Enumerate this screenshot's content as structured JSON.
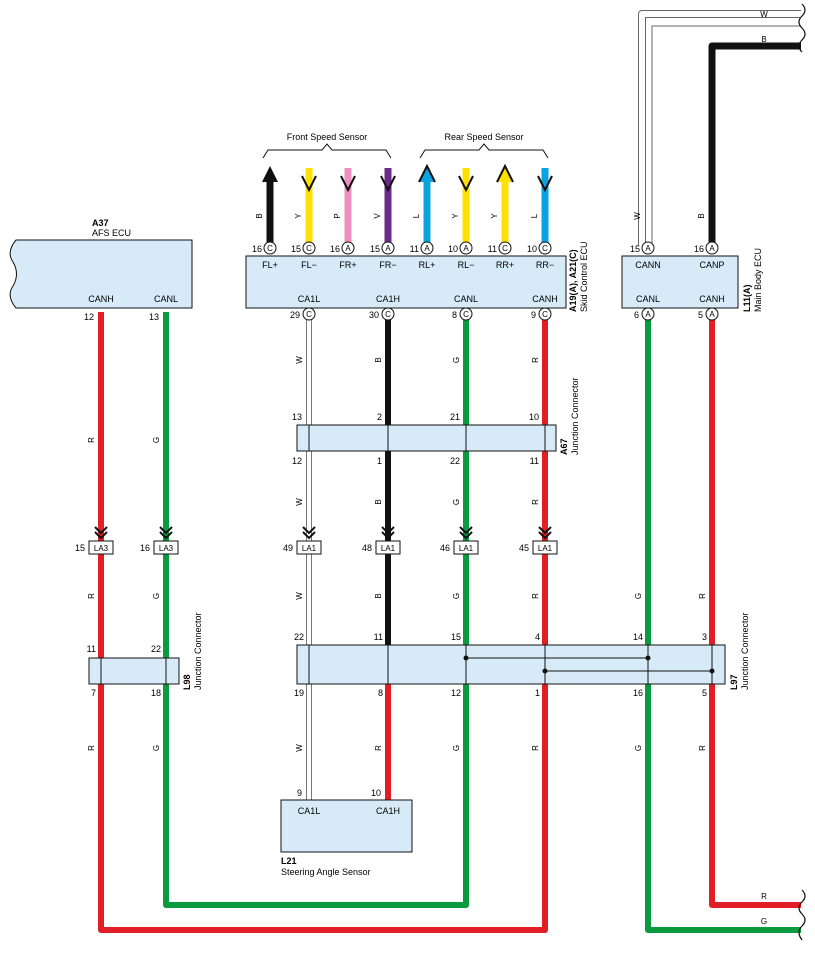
{
  "colors": {
    "R": "#e21e26",
    "G": "#0a9a40",
    "B": "#111111",
    "W": "#ffffff",
    "Y": "#ffe000",
    "P": "#ef8fbf",
    "V": "#6b2a8a",
    "L": "#0aa3e0",
    "box": "#d6eaf8"
  },
  "a37": {
    "code": "A37",
    "name": "AFS ECU",
    "canh": "CANH",
    "canl": "CANL",
    "pin_canh": "12",
    "pin_canl": "13"
  },
  "skid": {
    "code": "A19(A), A21(C)",
    "name": "Skid Control ECU",
    "front_group": "Front Speed Sensor",
    "rear_group": "Rear Speed Sensor",
    "top_pins": [
      {
        "pin": "16",
        "conn": "C",
        "label": "FL+",
        "wire": "B"
      },
      {
        "pin": "15",
        "conn": "C",
        "label": "FL−",
        "wire": "Y"
      },
      {
        "pin": "16",
        "conn": "A",
        "label": "FR+",
        "wire": "P"
      },
      {
        "pin": "15",
        "conn": "A",
        "label": "FR−",
        "wire": "V"
      },
      {
        "pin": "11",
        "conn": "A",
        "label": "RL+",
        "wire": "L"
      },
      {
        "pin": "10",
        "conn": "A",
        "label": "RL−",
        "wire": "Y"
      },
      {
        "pin": "11",
        "conn": "C",
        "label": "RR+",
        "wire": "Y"
      },
      {
        "pin": "10",
        "conn": "C",
        "label": "RR−",
        "wire": "L"
      }
    ],
    "bottom_pins": [
      {
        "pin": "29",
        "conn": "C",
        "label": "CA1L"
      },
      {
        "pin": "30",
        "conn": "C",
        "label": "CA1H"
      },
      {
        "pin": "8",
        "conn": "C",
        "label": "CANL"
      },
      {
        "pin": "9",
        "conn": "C",
        "label": "CANH"
      }
    ]
  },
  "a67": {
    "code": "A67",
    "name": "Junction Connector",
    "top_pins": [
      "13",
      "2",
      "21",
      "10"
    ],
    "bottom_pins": [
      "12",
      "1",
      "22",
      "11"
    ]
  },
  "la": {
    "left": [
      {
        "pin": "15",
        "conn": "LA3"
      },
      {
        "pin": "16",
        "conn": "LA3"
      }
    ],
    "mid": [
      {
        "pin": "49",
        "conn": "LA1"
      },
      {
        "pin": "48",
        "conn": "LA1"
      },
      {
        "pin": "46",
        "conn": "LA1"
      },
      {
        "pin": "45",
        "conn": "LA1"
      }
    ]
  },
  "l98": {
    "code": "L98",
    "name": "Junction Connector",
    "top_pins": [
      "11",
      "22"
    ],
    "bottom_pins": [
      "7",
      "18"
    ]
  },
  "l97": {
    "code": "L97",
    "name": "Junction Connector",
    "top_pins": [
      "22",
      "11",
      "15",
      "4",
      "14",
      "3"
    ],
    "bottom_pins": [
      "19",
      "8",
      "12",
      "1",
      "16",
      "5"
    ]
  },
  "l21": {
    "code": "L21",
    "name": "Steering Angle Sensor",
    "labels": [
      "CA1L",
      "CA1H"
    ],
    "pins": [
      "9",
      "10"
    ]
  },
  "l11": {
    "code": "L11(A)",
    "name": "Main Body ECU",
    "top_pins": [
      {
        "pin": "15",
        "conn": "A",
        "label": "CANN",
        "wire": "W"
      },
      {
        "pin": "16",
        "conn": "A",
        "label": "CANP",
        "wire": "B"
      }
    ],
    "bottom_pins": [
      {
        "pin": "6",
        "conn": "A",
        "label": "CANL"
      },
      {
        "pin": "5",
        "conn": "A",
        "label": "CANH"
      }
    ]
  },
  "wire_codes": {
    "afs_canh": "R",
    "afs_canl": "G",
    "mid": [
      "W",
      "B",
      "G",
      "R"
    ],
    "l97_right": [
      "G",
      "R"
    ],
    "l21": [
      "W",
      "R"
    ],
    "edge_top": [
      "W",
      "B"
    ],
    "edge_bottom": [
      "R",
      "G"
    ]
  }
}
